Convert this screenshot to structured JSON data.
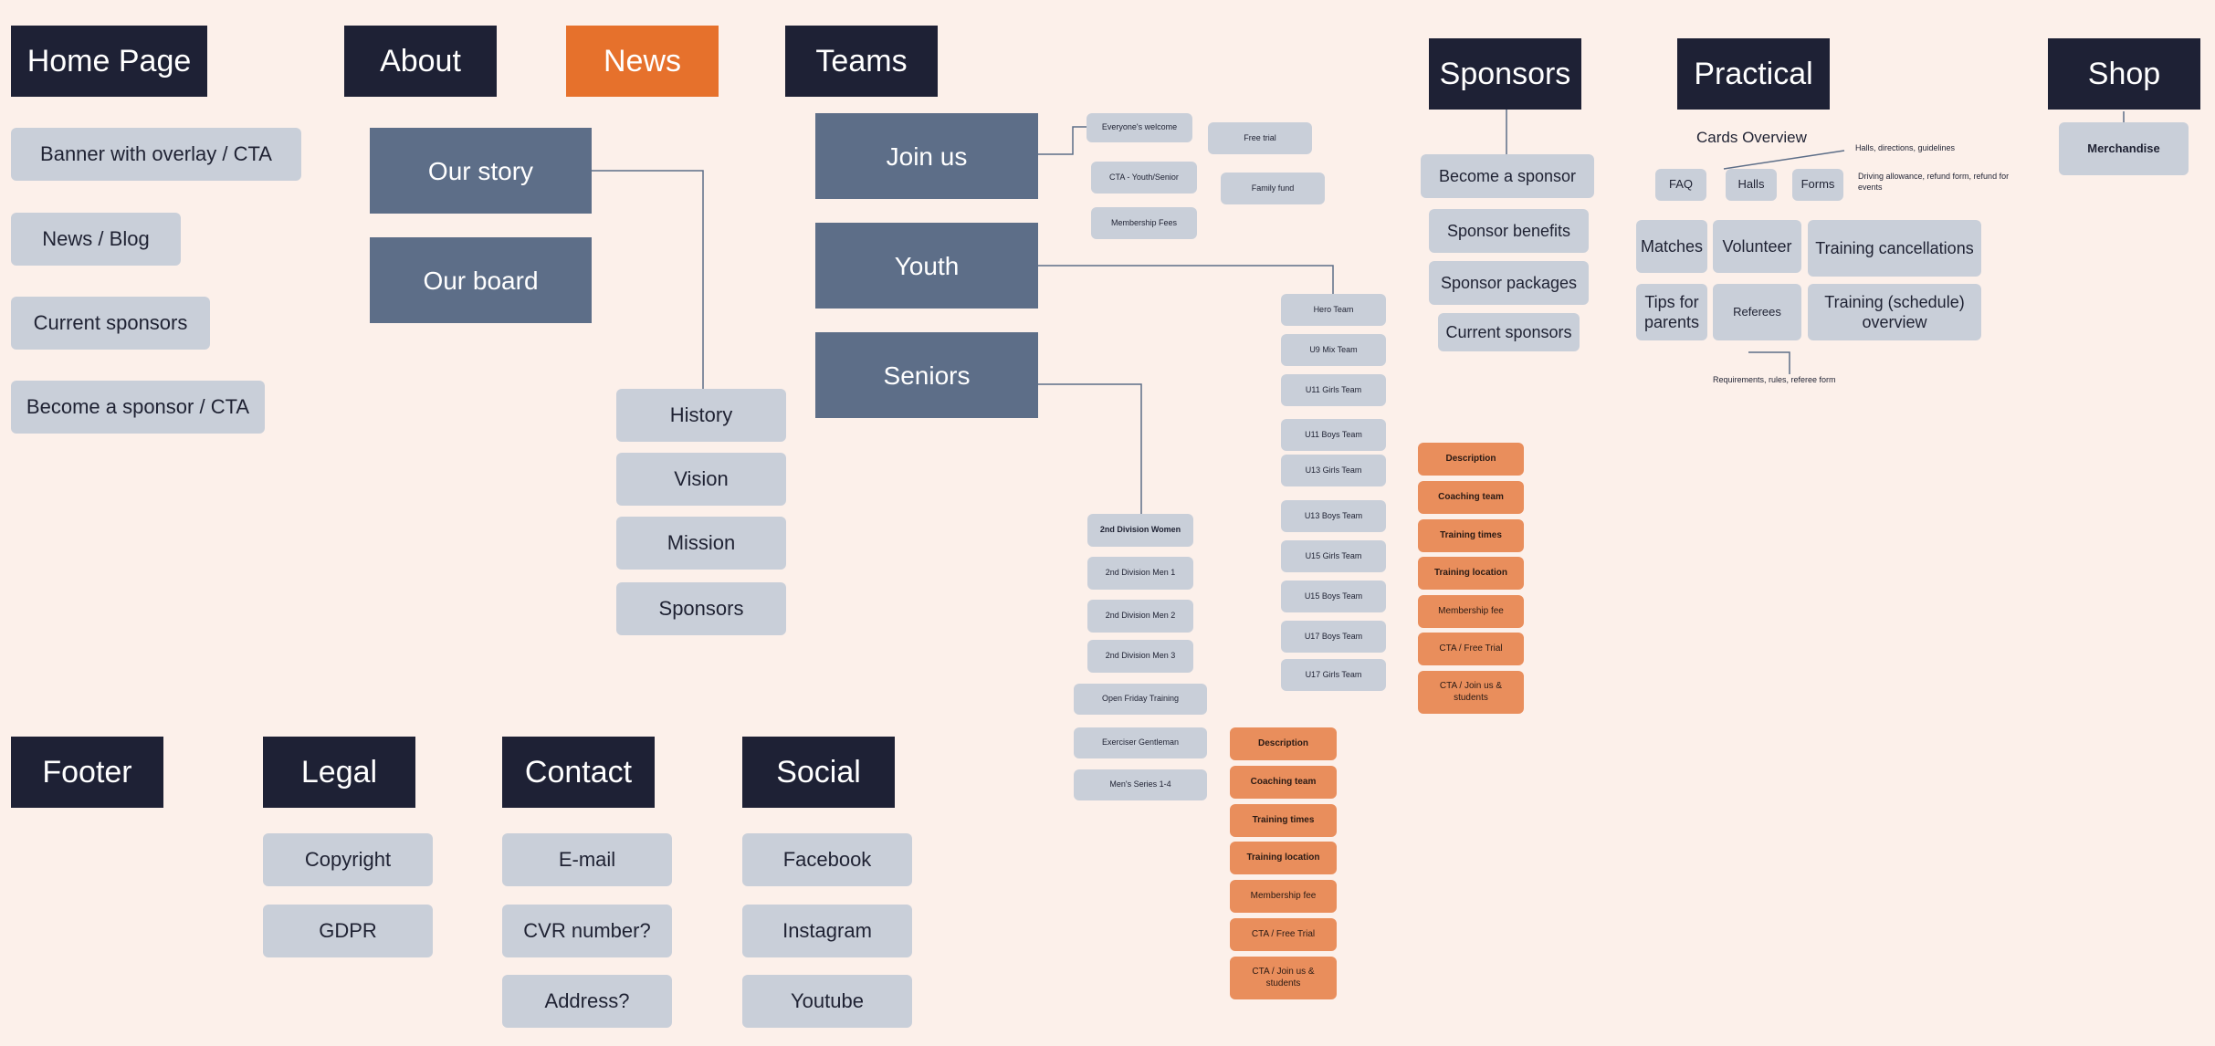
{
  "nav": {
    "home": "Home Page",
    "about": "About",
    "news": "News",
    "teams": "Teams",
    "sponsors": "Sponsors",
    "practical": "Practical",
    "shop": "Shop",
    "footer": "Footer",
    "legal": "Legal",
    "contact": "Contact",
    "social": "Social"
  },
  "home": {
    "items": [
      "Banner with overlay / CTA",
      "News / Blog",
      "Current sponsors",
      "Become a sponsor / CTA"
    ]
  },
  "about": {
    "sections": [
      "Our story",
      "Our board"
    ],
    "story_items": [
      "History",
      "Vision",
      "Mission",
      "Sponsors"
    ]
  },
  "teams": {
    "sections": [
      "Join us",
      "Youth",
      "Seniors"
    ],
    "join_items": [
      "Everyone's welcome",
      "CTA - Youth/Senior",
      "Membership Fees",
      "Free trial",
      "Family fund"
    ],
    "youth_items": [
      "Hero Team",
      "U9 Mix Team",
      "U11 Girls Team",
      "U11 Boys Team",
      "U13 Girls Team",
      "U13 Boys Team",
      "U15 Girls Team",
      "U15 Boys Team",
      "U17 Boys Team",
      "U17 Girls Team"
    ],
    "senior_items": [
      "2nd Division Women",
      "2nd Division Men 1",
      "2nd Division Men 2",
      "2nd Division Men 3",
      "Open Friday Training",
      "Exerciser Gentleman",
      "Men's Series 1-4"
    ],
    "team_page_items": [
      "Description",
      "Coaching team",
      "Training times",
      "Training location",
      "Membership fee",
      "CTA / Free Trial",
      "CTA / Join us & students"
    ]
  },
  "sponsors": {
    "items": [
      "Become a sponsor",
      "Sponsor benefits",
      "Sponsor packages",
      "Current sponsors"
    ]
  },
  "practical": {
    "cards_heading": "Cards Overview",
    "cards": [
      "FAQ",
      "Halls",
      "Forms",
      "Matches",
      "Volunteer",
      "Training cancellations",
      "Tips for parents",
      "Referees",
      "Training (schedule) overview"
    ],
    "notes": {
      "halls": "Halls, directions, guidelines",
      "forms": "Driving allowance, refund form, refund for events",
      "referees": "Requirements, rules, referee form"
    }
  },
  "shop": {
    "items": [
      "Merchandise"
    ]
  },
  "footer": {
    "legal": [
      "Copyright",
      "GDPR"
    ],
    "contact": [
      "E-mail",
      "CVR number?",
      "Address?"
    ],
    "social": [
      "Facebook",
      "Instagram",
      "Youtube"
    ]
  },
  "colors": {
    "background": "#fcf0ea",
    "nav": "#1e2135",
    "accent": "#e6712c",
    "section": "#5d6e88",
    "item": "#c9cfd9",
    "team_page_item": "#e98e5c",
    "connector": "#5d6e88"
  }
}
